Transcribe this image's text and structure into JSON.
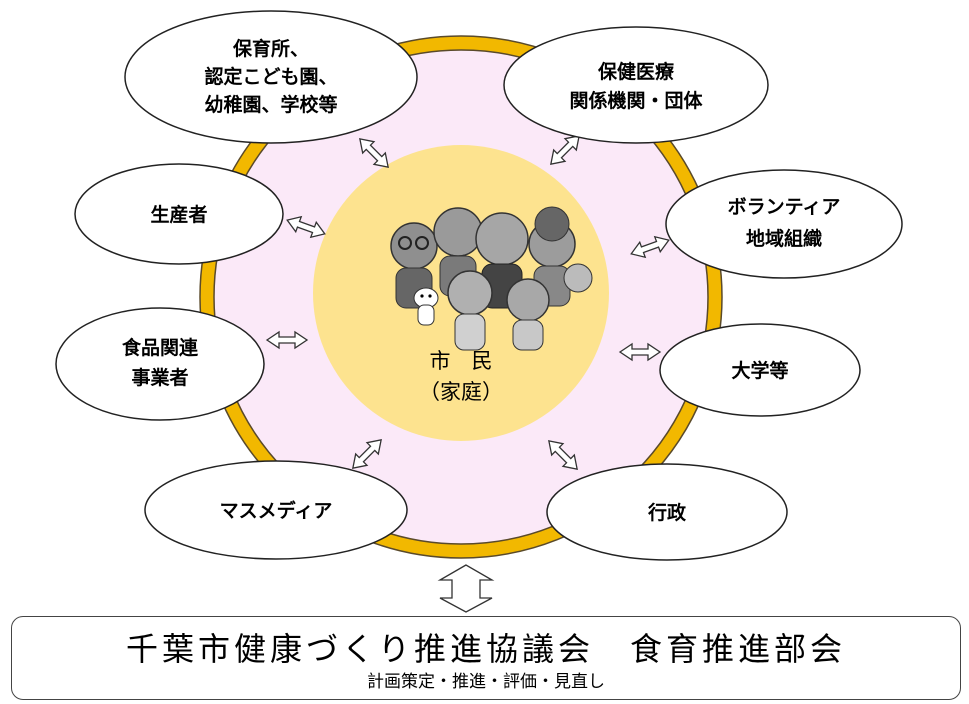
{
  "center": {
    "line1": "市　民",
    "line2": "（家庭）"
  },
  "illustration": "cartoon-family-group",
  "nodes": [
    {
      "id": "nursery",
      "lines": [
        "保育所、",
        "認定こども園、",
        "幼稚園、学校等"
      ]
    },
    {
      "id": "health",
      "lines": [
        "保健医療",
        "関係機関・団体"
      ]
    },
    {
      "id": "producers",
      "lines": [
        "生産者"
      ]
    },
    {
      "id": "volunteer",
      "lines": [
        "ボランティア",
        "地域組織"
      ]
    },
    {
      "id": "food-business",
      "lines": [
        "食品関連",
        "事業者"
      ]
    },
    {
      "id": "university",
      "lines": [
        "大学等"
      ]
    },
    {
      "id": "mass-media",
      "lines": [
        "マスメディア"
      ]
    },
    {
      "id": "government",
      "lines": [
        "行政"
      ]
    }
  ],
  "council": {
    "title": "千葉市健康づくり推進協議会　食育推進部会",
    "subtitle": "計画策定・推進・評価・見直し"
  },
  "colors": {
    "ring": "#f2b800",
    "ring_stroke": "#5a4a2a",
    "outer_fill": "#fbe9f8",
    "inner_fill": "#fde38f",
    "node_fill": "#ffffff",
    "node_stroke": "#222222"
  }
}
